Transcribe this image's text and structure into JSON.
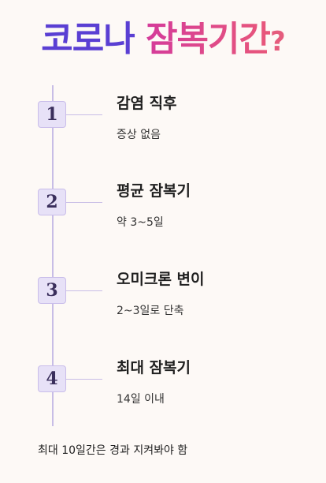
{
  "title": {
    "part_a": "코로나",
    "part_b": "잠복기간",
    "question_mark": "?"
  },
  "steps": [
    {
      "number": "1",
      "title": "감염 직후",
      "desc": "증상 없음"
    },
    {
      "number": "2",
      "title": "평균 잠복기",
      "desc": "약 3~5일"
    },
    {
      "number": "3",
      "title": "오미크론 변이",
      "desc": "2~3일로 단축"
    },
    {
      "number": "4",
      "title": "최대 잠복기",
      "desc": "14일 이내"
    }
  ],
  "footer": "최대 10일간은 경과 지켜봐야 함",
  "colors": {
    "title_a": "#5a3fd3",
    "title_b_start": "#d43b9a",
    "title_b_end": "#e8577a",
    "line": "#c8bde6",
    "step_box_bg": "#e7e1f7",
    "background": "#fdf9f6"
  }
}
